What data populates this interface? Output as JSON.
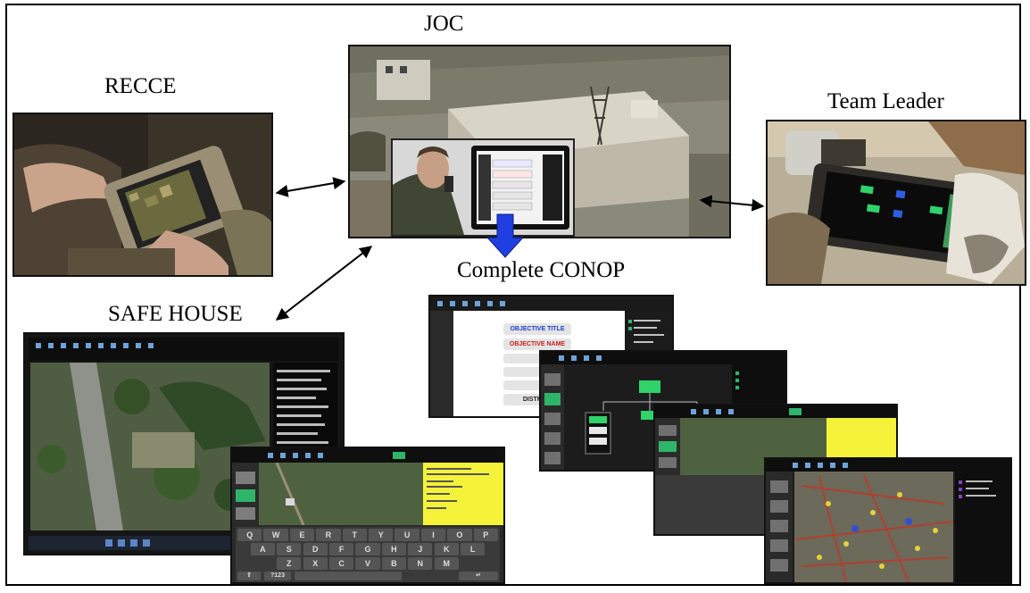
{
  "labels": {
    "joc": "JOC",
    "recce": "RECCE",
    "team_leader": "Team Leader",
    "complete_conop": "Complete CONOP",
    "safe_house": "SAFE HOUSE"
  },
  "conop_form": {
    "objective_title": "OBJECTIVE TITLE",
    "objective_name": "OBJECTIVE NAME",
    "district": "DISTRICT"
  },
  "keyboard": {
    "row1": [
      "Q",
      "W",
      "E",
      "R",
      "T",
      "Y",
      "U",
      "I",
      "O",
      "P"
    ],
    "row2": [
      "A",
      "S",
      "D",
      "F",
      "G",
      "H",
      "J",
      "K",
      "L"
    ],
    "row3": [
      "Z",
      "X",
      "C",
      "V",
      "B",
      "N",
      "M"
    ],
    "numkey": "?123"
  },
  "colors": {
    "arrow": "#000000",
    "down_arrow": "#1f3fe0",
    "highlight_yellow": "#f5f23a",
    "app_green": "#2fb56a",
    "title_blue": "#1a3fd0",
    "title_red": "#c8201e"
  }
}
